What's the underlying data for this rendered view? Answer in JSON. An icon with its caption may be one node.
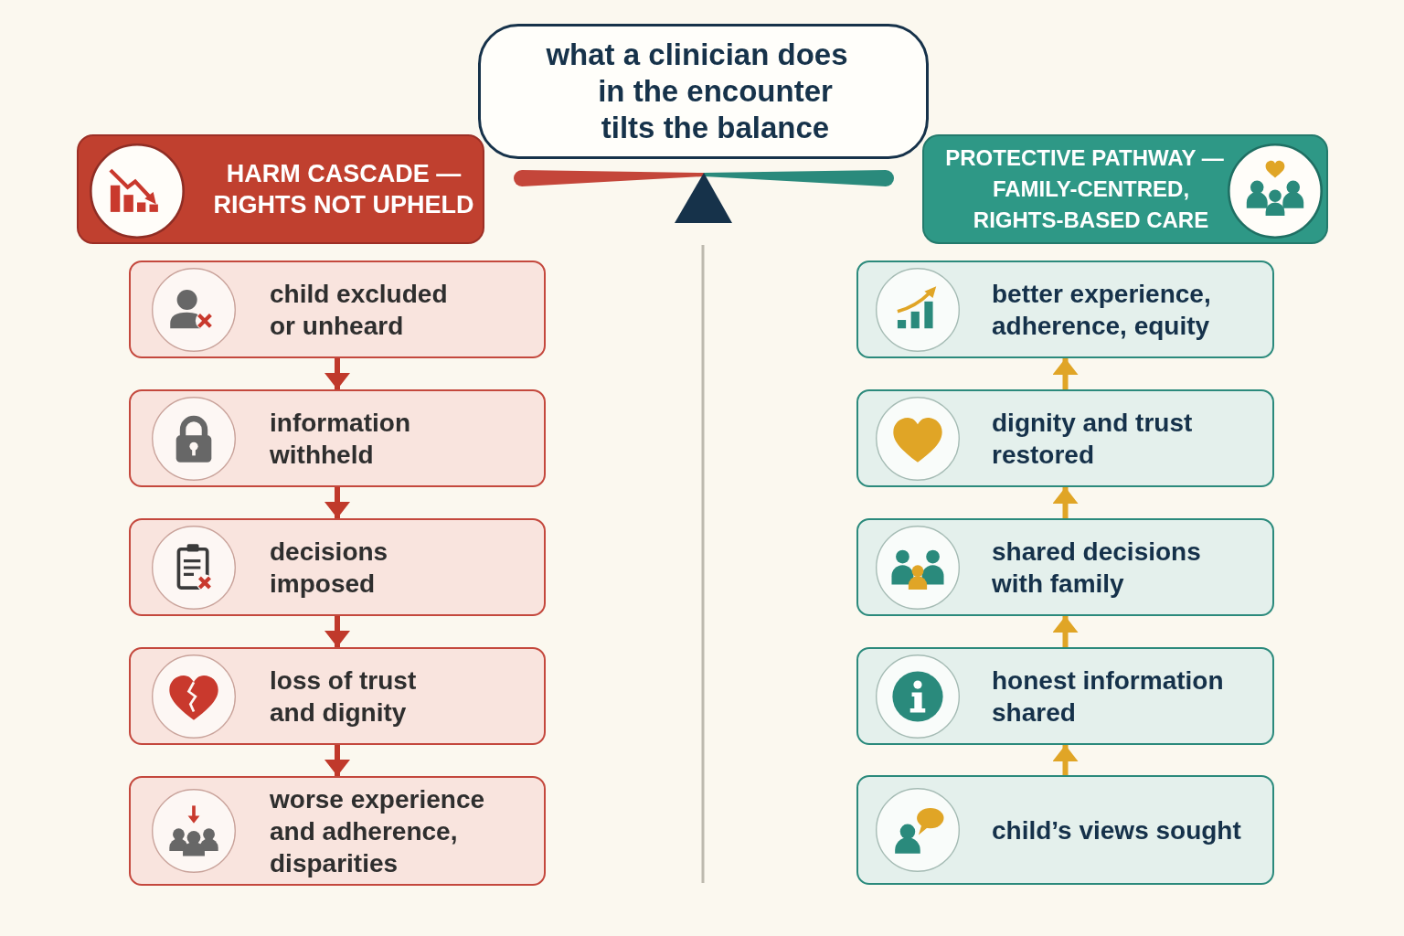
{
  "diagram": {
    "nodes": [
      {
        "text": [
          "what a clinician does in the encounter tilts the balance"
        ]
      },
      {
        "text": [
          "HARM CASCADE — RIGHTS NOT UPHELD"
        ]
      },
      {
        "text": [
          "PROTECTIVE PATHWAY — FAMILY-CENTRED, RIGHTS-BASED CARE"
        ]
      },
      {
        "text": [
          "child excluded or unheard"
        ]
      },
      {
        "text": [
          "information withheld"
        ]
      },
      {
        "text": [
          "decisions imposed"
        ]
      },
      {
        "text": [
          "loss of trust and dignity"
        ]
      },
      {
        "text": [
          "worse experience and adherence, disparities"
        ]
      },
      {
        "text": [
          "better experience, adherence, equity"
        ]
      },
      {
        "text": [
          "dignity and trust restored"
        ]
      },
      {
        "text": [
          "shared decisions with family"
        ]
      },
      {
        "text": [
          "honest information shared"
        ]
      },
      {
        "text": [
          "child’s views sought"
        ]
      }
    ],
    "edges": [
      {
        "from": 3,
        "to": 4,
        "arrow": "to",
        "color": "#c0392b"
      },
      {
        "from": 4,
        "to": 5,
        "arrow": "to",
        "color": "#c0392b"
      },
      {
        "from": 5,
        "to": 6,
        "arrow": "to",
        "color": "#c0392b"
      },
      {
        "from": 6,
        "to": 7,
        "arrow": "to",
        "color": "#c0392b"
      },
      {
        "from": 12,
        "to": 11,
        "arrow": "to",
        "color": "#e0a526"
      },
      {
        "from": 11,
        "to": 10,
        "arrow": "to",
        "color": "#e0a526"
      },
      {
        "from": 10,
        "to": 9,
        "arrow": "to",
        "color": "#e0a526"
      },
      {
        "from": 9,
        "to": 8,
        "arrow": "to",
        "color": "#e0a526"
      }
    ]
  }
}
